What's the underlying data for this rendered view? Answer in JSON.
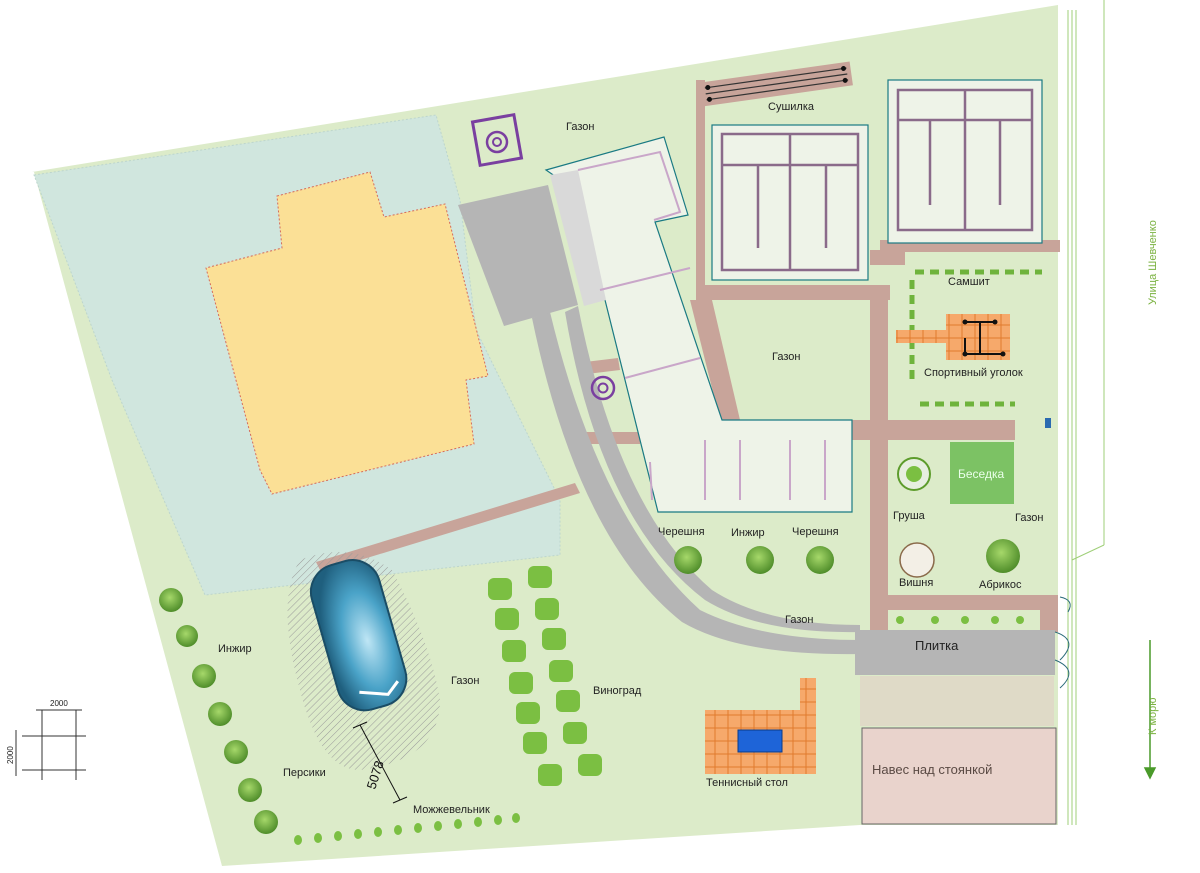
{
  "labels": {
    "lawn_top": "Газон",
    "dryer": "Сушилка",
    "lawn_mid": "Газон",
    "boxwood": "Самшит",
    "sport_corner": "Спортивный уголок",
    "gazebo": "Беседка",
    "pear": "Груша",
    "lawn_right": "Газон",
    "cherry_1": "Черешня",
    "fig_1": "Инжир",
    "cherry_2": "Черешня",
    "cherry_tree": "Вишня",
    "apricot": "Абрикос",
    "lawn_path": "Газон",
    "tiles": "Плитка",
    "fig_2": "Инжир",
    "lawn_pool": "Газон",
    "grapes": "Виноград",
    "peaches": "Персики",
    "juniper": "Можжевельник",
    "tennis": "Теннисный стол",
    "carport": "Навес над стоянкой",
    "street": "Улица Шевченко",
    "to_sea": "К морю"
  },
  "dimensions": {
    "pool_length": "5078",
    "grid_h": "2000",
    "grid_v": "2000"
  },
  "colors": {
    "lawn": "#dcebc9",
    "neighbor": "#d2e7e0",
    "sand": "#fbe096",
    "path": "#c8a49a",
    "road": "#b5b5b5",
    "pool": "#2f7ea0",
    "tile": "#f6a96b",
    "gazebo": "#7cc264",
    "carport": "#e9d3cc",
    "tree": "#6aae3c",
    "accent": "#7a3fa0"
  }
}
